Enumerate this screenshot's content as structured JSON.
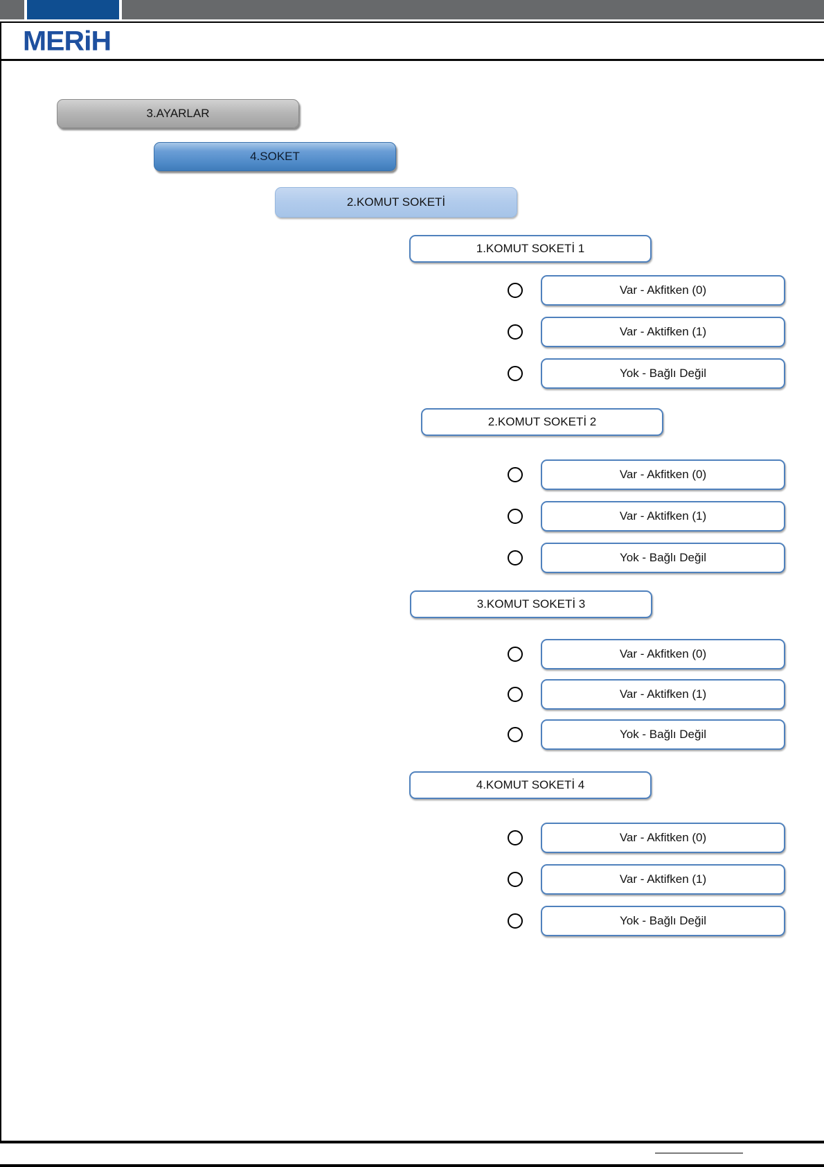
{
  "topbar": {
    "bar_color": "#67696b",
    "accent_color": "#0f4e91"
  },
  "header": {
    "logo_text": "MERiH",
    "logo_color": "#1e509f"
  },
  "menu": {
    "items": [
      {
        "label": "3.AYARLAR"
      },
      {
        "label": "4.SOKET"
      },
      {
        "label": "2.KOMUT SOKETİ"
      }
    ]
  },
  "sections": [
    {
      "title": "1.KOMUT SOKETİ 1",
      "options": [
        {
          "label": "Var - Akfitken (0)",
          "selected": false
        },
        {
          "label": "Var - Aktifken (1)",
          "selected": false
        },
        {
          "label": "Yok - Bağlı Değil",
          "selected": false
        }
      ]
    },
    {
      "title": "2.KOMUT SOKETİ 2",
      "options": [
        {
          "label": "Var - Akfitken (0)",
          "selected": false
        },
        {
          "label": "Var - Aktifken (1)",
          "selected": false
        },
        {
          "label": "Yok - Bağlı Değil",
          "selected": false
        }
      ]
    },
    {
      "title": "3.KOMUT SOKETİ 3",
      "options": [
        {
          "label": "Var - Akfitken (0)",
          "selected": false
        },
        {
          "label": "Var - Aktifken (1)",
          "selected": false
        },
        {
          "label": "Yok - Bağlı Değil",
          "selected": false
        }
      ]
    },
    {
      "title": "4.KOMUT SOKETİ 4",
      "options": [
        {
          "label": "Var - Akfitken (0)",
          "selected": false
        },
        {
          "label": "Var - Aktifken (1)",
          "selected": false
        },
        {
          "label": "Yok - Bağlı Değil",
          "selected": false
        }
      ]
    }
  ],
  "option_accent_color": "#4f81bd"
}
